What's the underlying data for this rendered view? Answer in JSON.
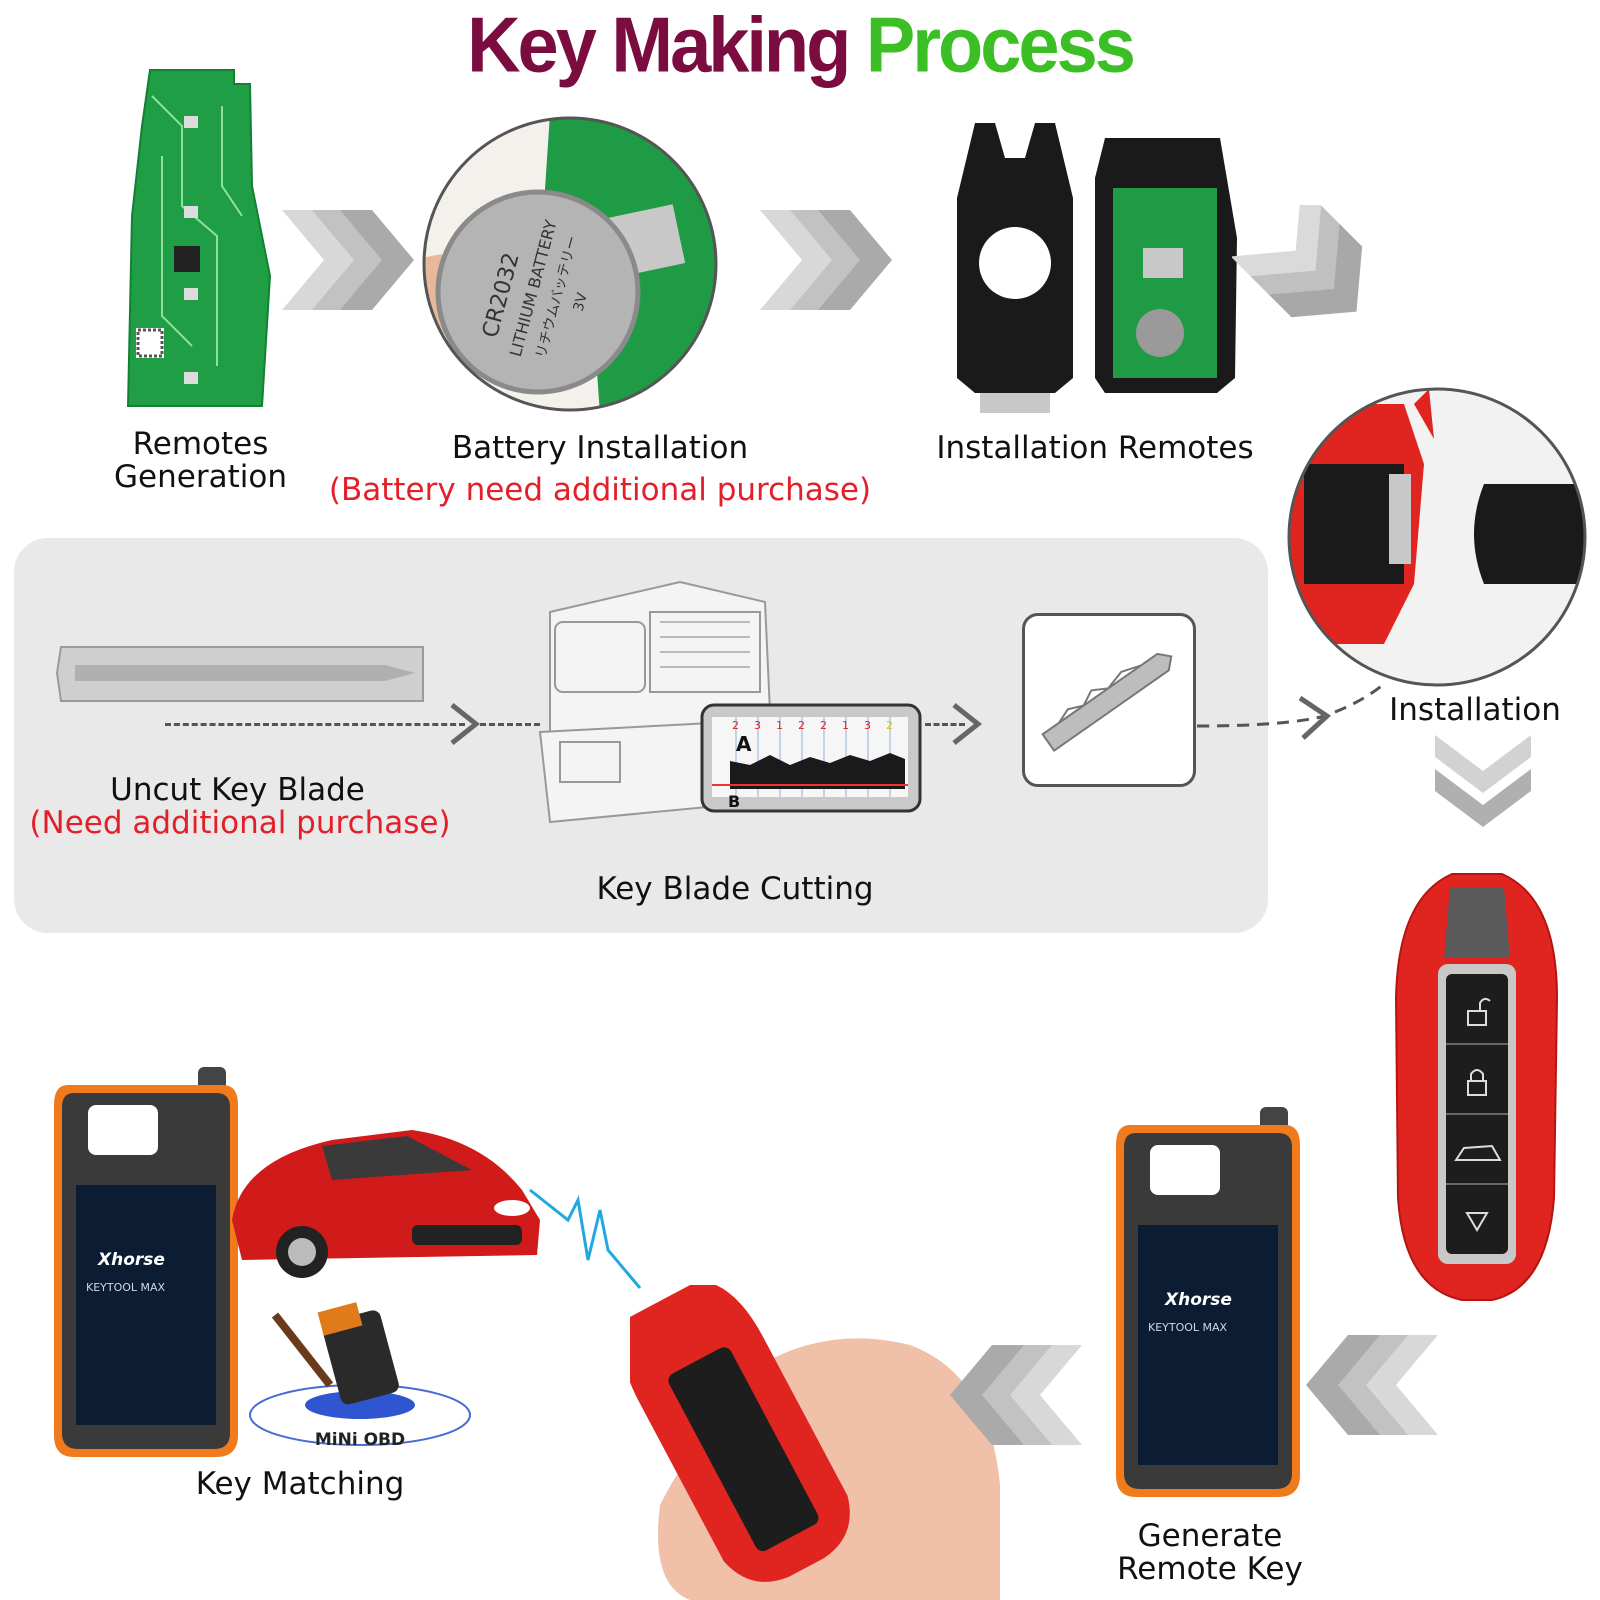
{
  "title": {
    "part1": "Key Making",
    "part2": "Process"
  },
  "colors": {
    "title_part1": "#7a0c3f",
    "title_part2": "#3bbf25",
    "note": "#e3202a",
    "panel": "#e9e9e9",
    "remote_red": "#e0241f",
    "pcb_green": "#1f9e45"
  },
  "steps": {
    "remotes_generation": {
      "line1": "Remotes",
      "line2": "Generation"
    },
    "battery_installation": {
      "label": "Battery Installation",
      "note": "(Battery need additional purchase)"
    },
    "installation_remotes": {
      "label": "Installation Remotes"
    },
    "installation": {
      "label": "Installation"
    },
    "uncut_key_blade": {
      "label": "Uncut Key  Blade",
      "note": "(Need additional purchase)"
    },
    "key_blade_cutting": {
      "label": "Key Blade Cutting"
    },
    "key_matching": {
      "label": "Key Matching"
    },
    "generate_remote_key": {
      "line1": "Generate",
      "line2": "Remote Key"
    }
  },
  "images": {
    "battery": {
      "l1": "CR2032",
      "l2": "LITHIUM BATTERY",
      "l3": "リチウムバッテリー",
      "l4": "3V"
    },
    "cut_graph": {
      "a": "A",
      "b": "B",
      "cuts": [
        "2",
        "3",
        "1",
        "2",
        "2",
        "1",
        "3",
        "2"
      ]
    },
    "device": {
      "brand": "Xhorse",
      "model": "KEYTOOL MAX"
    },
    "mini_obd": "MiNi OBD"
  },
  "icons": [
    "unlock-icon",
    "lock-icon",
    "car-trunk-icon",
    "triangle-down-icon",
    "chevron-right-icon",
    "chevron-down-icon",
    "chevron-left-icon",
    "signal-zigzag-icon"
  ]
}
